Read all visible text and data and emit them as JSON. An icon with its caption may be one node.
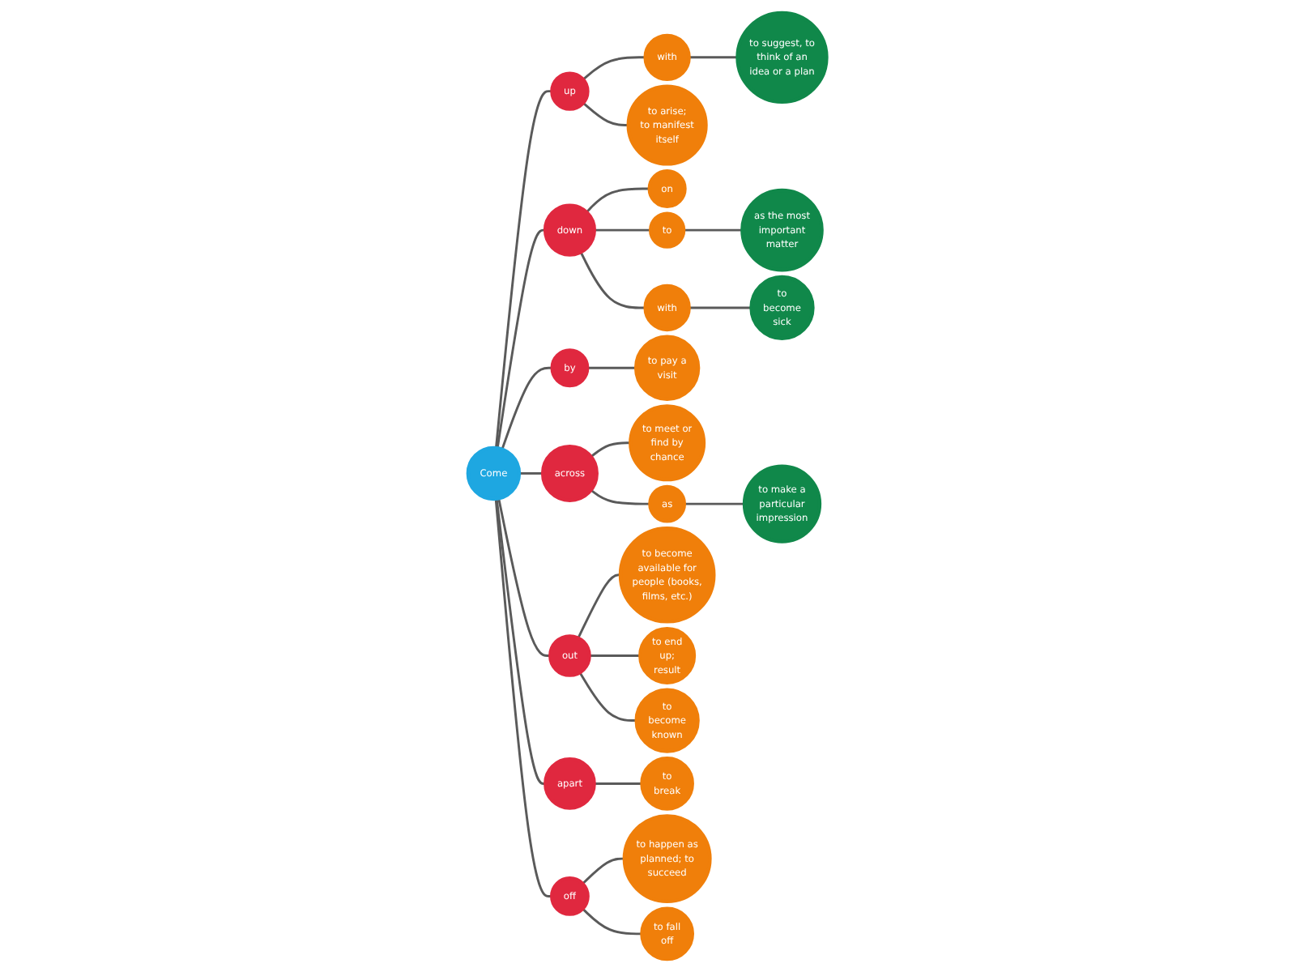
{
  "diagram": {
    "nodes": [
      {
        "text": [
          "Come"
        ]
      },
      {
        "text": [
          "up"
        ]
      },
      {
        "text": [
          "with"
        ]
      },
      {
        "text": [
          "to suggest, to think of an idea or a plan"
        ]
      },
      {
        "text": [
          "to arise; to manifest itself"
        ]
      },
      {
        "text": [
          "down"
        ]
      },
      {
        "text": [
          "on"
        ]
      },
      {
        "text": [
          "to"
        ]
      },
      {
        "text": [
          "as the most important matter"
        ]
      },
      {
        "text": [
          "with"
        ]
      },
      {
        "text": [
          "to become sick"
        ]
      },
      {
        "text": [
          "by"
        ]
      },
      {
        "text": [
          "to pay a visit"
        ]
      },
      {
        "text": [
          "across"
        ]
      },
      {
        "text": [
          "to meet or find by chance"
        ]
      },
      {
        "text": [
          "as"
        ]
      },
      {
        "text": [
          "to make a particular impression"
        ]
      },
      {
        "text": [
          "out"
        ]
      },
      {
        "text": [
          "to become available for people (books, films, etc.)"
        ]
      },
      {
        "text": [
          "to end up; result"
        ]
      },
      {
        "text": [
          "to become known"
        ]
      },
      {
        "text": [
          "apart"
        ]
      },
      {
        "text": [
          "to break"
        ]
      },
      {
        "text": [
          "off"
        ]
      },
      {
        "text": [
          "to happen as planned; to succeed"
        ]
      },
      {
        "text": [
          "to fall off"
        ]
      }
    ],
    "edges": [
      {
        "from": 0,
        "to": 1,
        "arrow": "none"
      },
      {
        "from": 1,
        "to": 2,
        "arrow": "none"
      },
      {
        "from": 2,
        "to": 3,
        "arrow": "none"
      },
      {
        "from": 1,
        "to": 4,
        "arrow": "none"
      },
      {
        "from": 0,
        "to": 5,
        "arrow": "none"
      },
      {
        "from": 5,
        "to": 6,
        "arrow": "none"
      },
      {
        "from": 5,
        "to": 7,
        "arrow": "none"
      },
      {
        "from": 7,
        "to": 8,
        "arrow": "none"
      },
      {
        "from": 5,
        "to": 9,
        "arrow": "none"
      },
      {
        "from": 9,
        "to": 10,
        "arrow": "none"
      },
      {
        "from": 0,
        "to": 11,
        "arrow": "none"
      },
      {
        "from": 11,
        "to": 12,
        "arrow": "none"
      },
      {
        "from": 0,
        "to": 13,
        "arrow": "none"
      },
      {
        "from": 13,
        "to": 14,
        "arrow": "none"
      },
      {
        "from": 13,
        "to": 15,
        "arrow": "none"
      },
      {
        "from": 15,
        "to": 16,
        "arrow": "none"
      },
      {
        "from": 0,
        "to": 17,
        "arrow": "none"
      },
      {
        "from": 17,
        "to": 18,
        "arrow": "none"
      },
      {
        "from": 17,
        "to": 19,
        "arrow": "none"
      },
      {
        "from": 17,
        "to": 20,
        "arrow": "none"
      },
      {
        "from": 0,
        "to": 21,
        "arrow": "none"
      },
      {
        "from": 21,
        "to": 22,
        "arrow": "none"
      },
      {
        "from": 0,
        "to": 23,
        "arrow": "none"
      },
      {
        "from": 23,
        "to": 24,
        "arrow": "none"
      },
      {
        "from": 23,
        "to": 25,
        "arrow": "none"
      }
    ]
  }
}
